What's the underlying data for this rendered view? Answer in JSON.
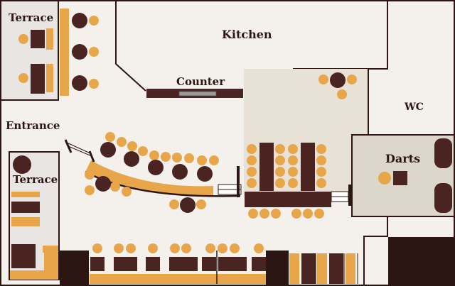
{
  "plan": {
    "labels": {
      "terrace_top": "Terrace",
      "terrace_left": "Terrace",
      "entrance": "Entrance",
      "kitchen": "Kitchen",
      "counter": "Counter",
      "wc": "WC",
      "darts": "Darts"
    },
    "colors": {
      "floor": "#f4f1ed",
      "terrace_floor": "#e9e5e2",
      "booth_floor": "#e8e2d6",
      "darts_floor": "#dcd6cb",
      "wall": "#2b1613",
      "table": "#4a2420",
      "seat": "#e8a64a",
      "counter_bar": "#5a2e28"
    }
  }
}
